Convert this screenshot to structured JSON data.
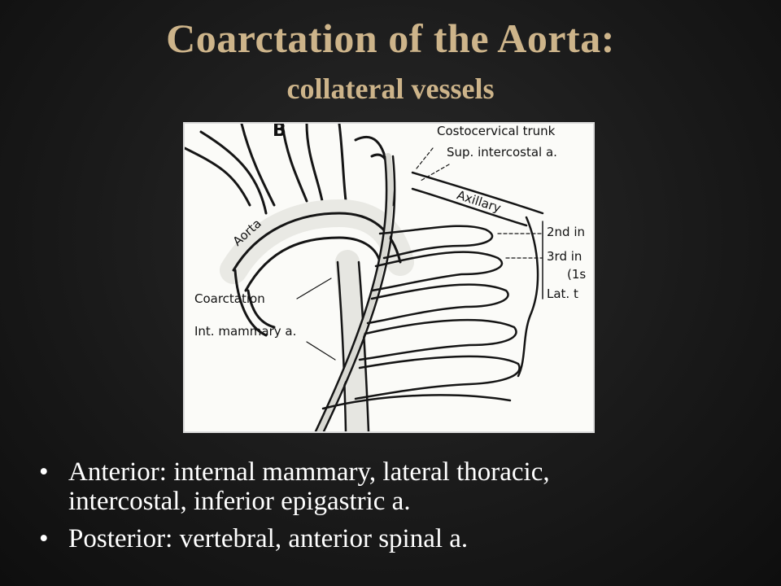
{
  "slide": {
    "title": "Coarctation of the Aorta:",
    "subtitle": "collateral vessels"
  },
  "figure": {
    "panel_letter": "B",
    "labels": {
      "costocervical": "Costocervical trunk",
      "sup_intercostal": "Sup. intercostal a.",
      "axillary": "Axillary",
      "aorta": "Aorta",
      "second": "2nd in",
      "third": "3rd in",
      "first_s": "(1s",
      "lat": "Lat. t",
      "coarctation": "Coarctation",
      "int_mammary": "Int. mammary a."
    }
  },
  "bullets": [
    {
      "marker": "•",
      "text_line1": "Anterior:  internal mammary, lateral thoracic,",
      "text_line2": "intercostal,  inferior epigastric a."
    },
    {
      "marker": "•",
      "text_line1": "Posterior: vertebral,  anterior spinal a."
    }
  ],
  "colors": {
    "title": "#cdb48a",
    "background": "#1a1a1a",
    "bullet_text": "#ffffff"
  }
}
